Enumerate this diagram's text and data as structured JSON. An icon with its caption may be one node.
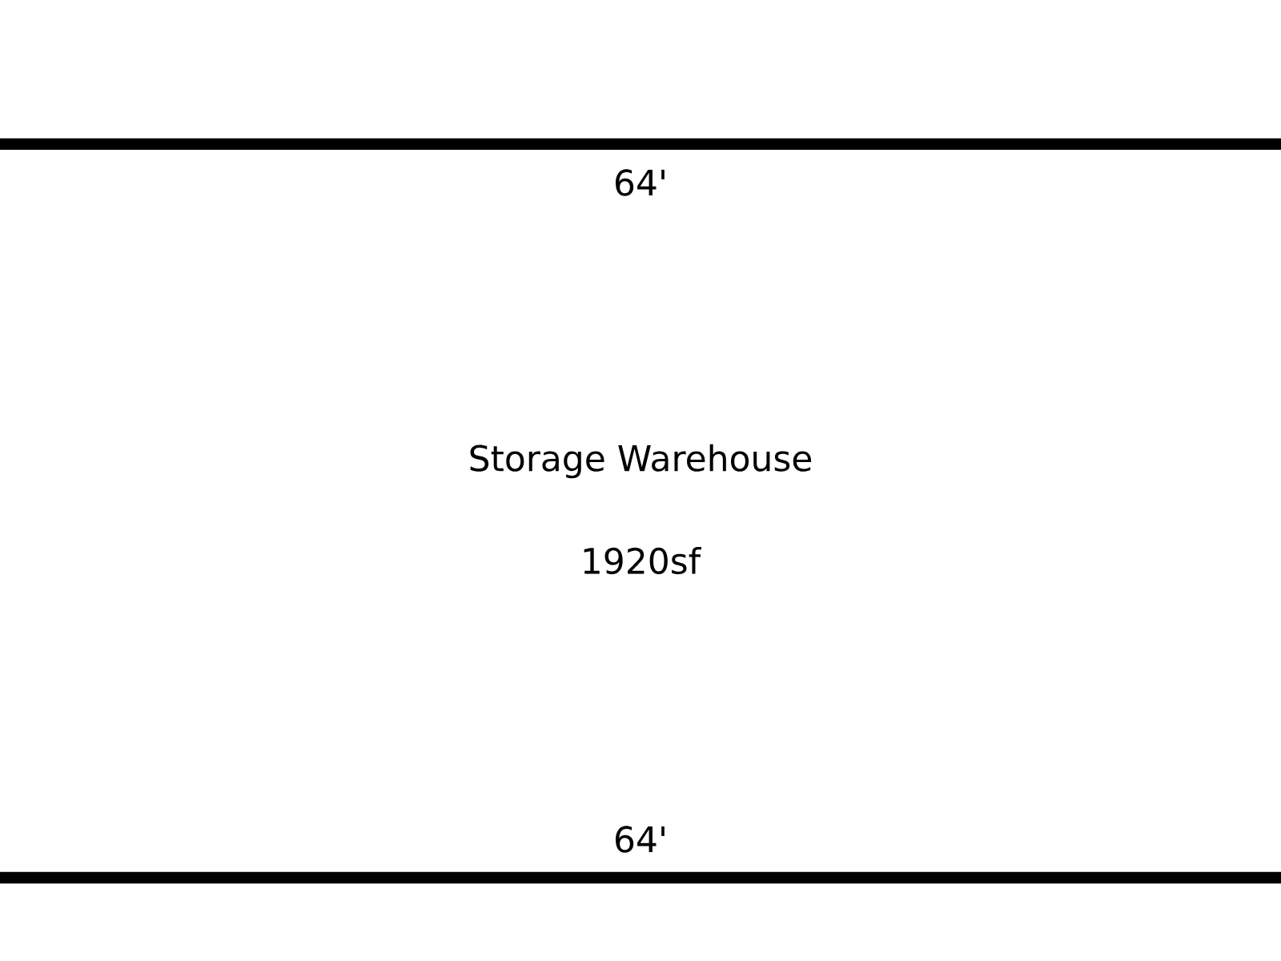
{
  "diagram": {
    "labels": [
      "64'",
      "Storage Warehouse",
      "1920sf",
      "64'"
    ]
  }
}
